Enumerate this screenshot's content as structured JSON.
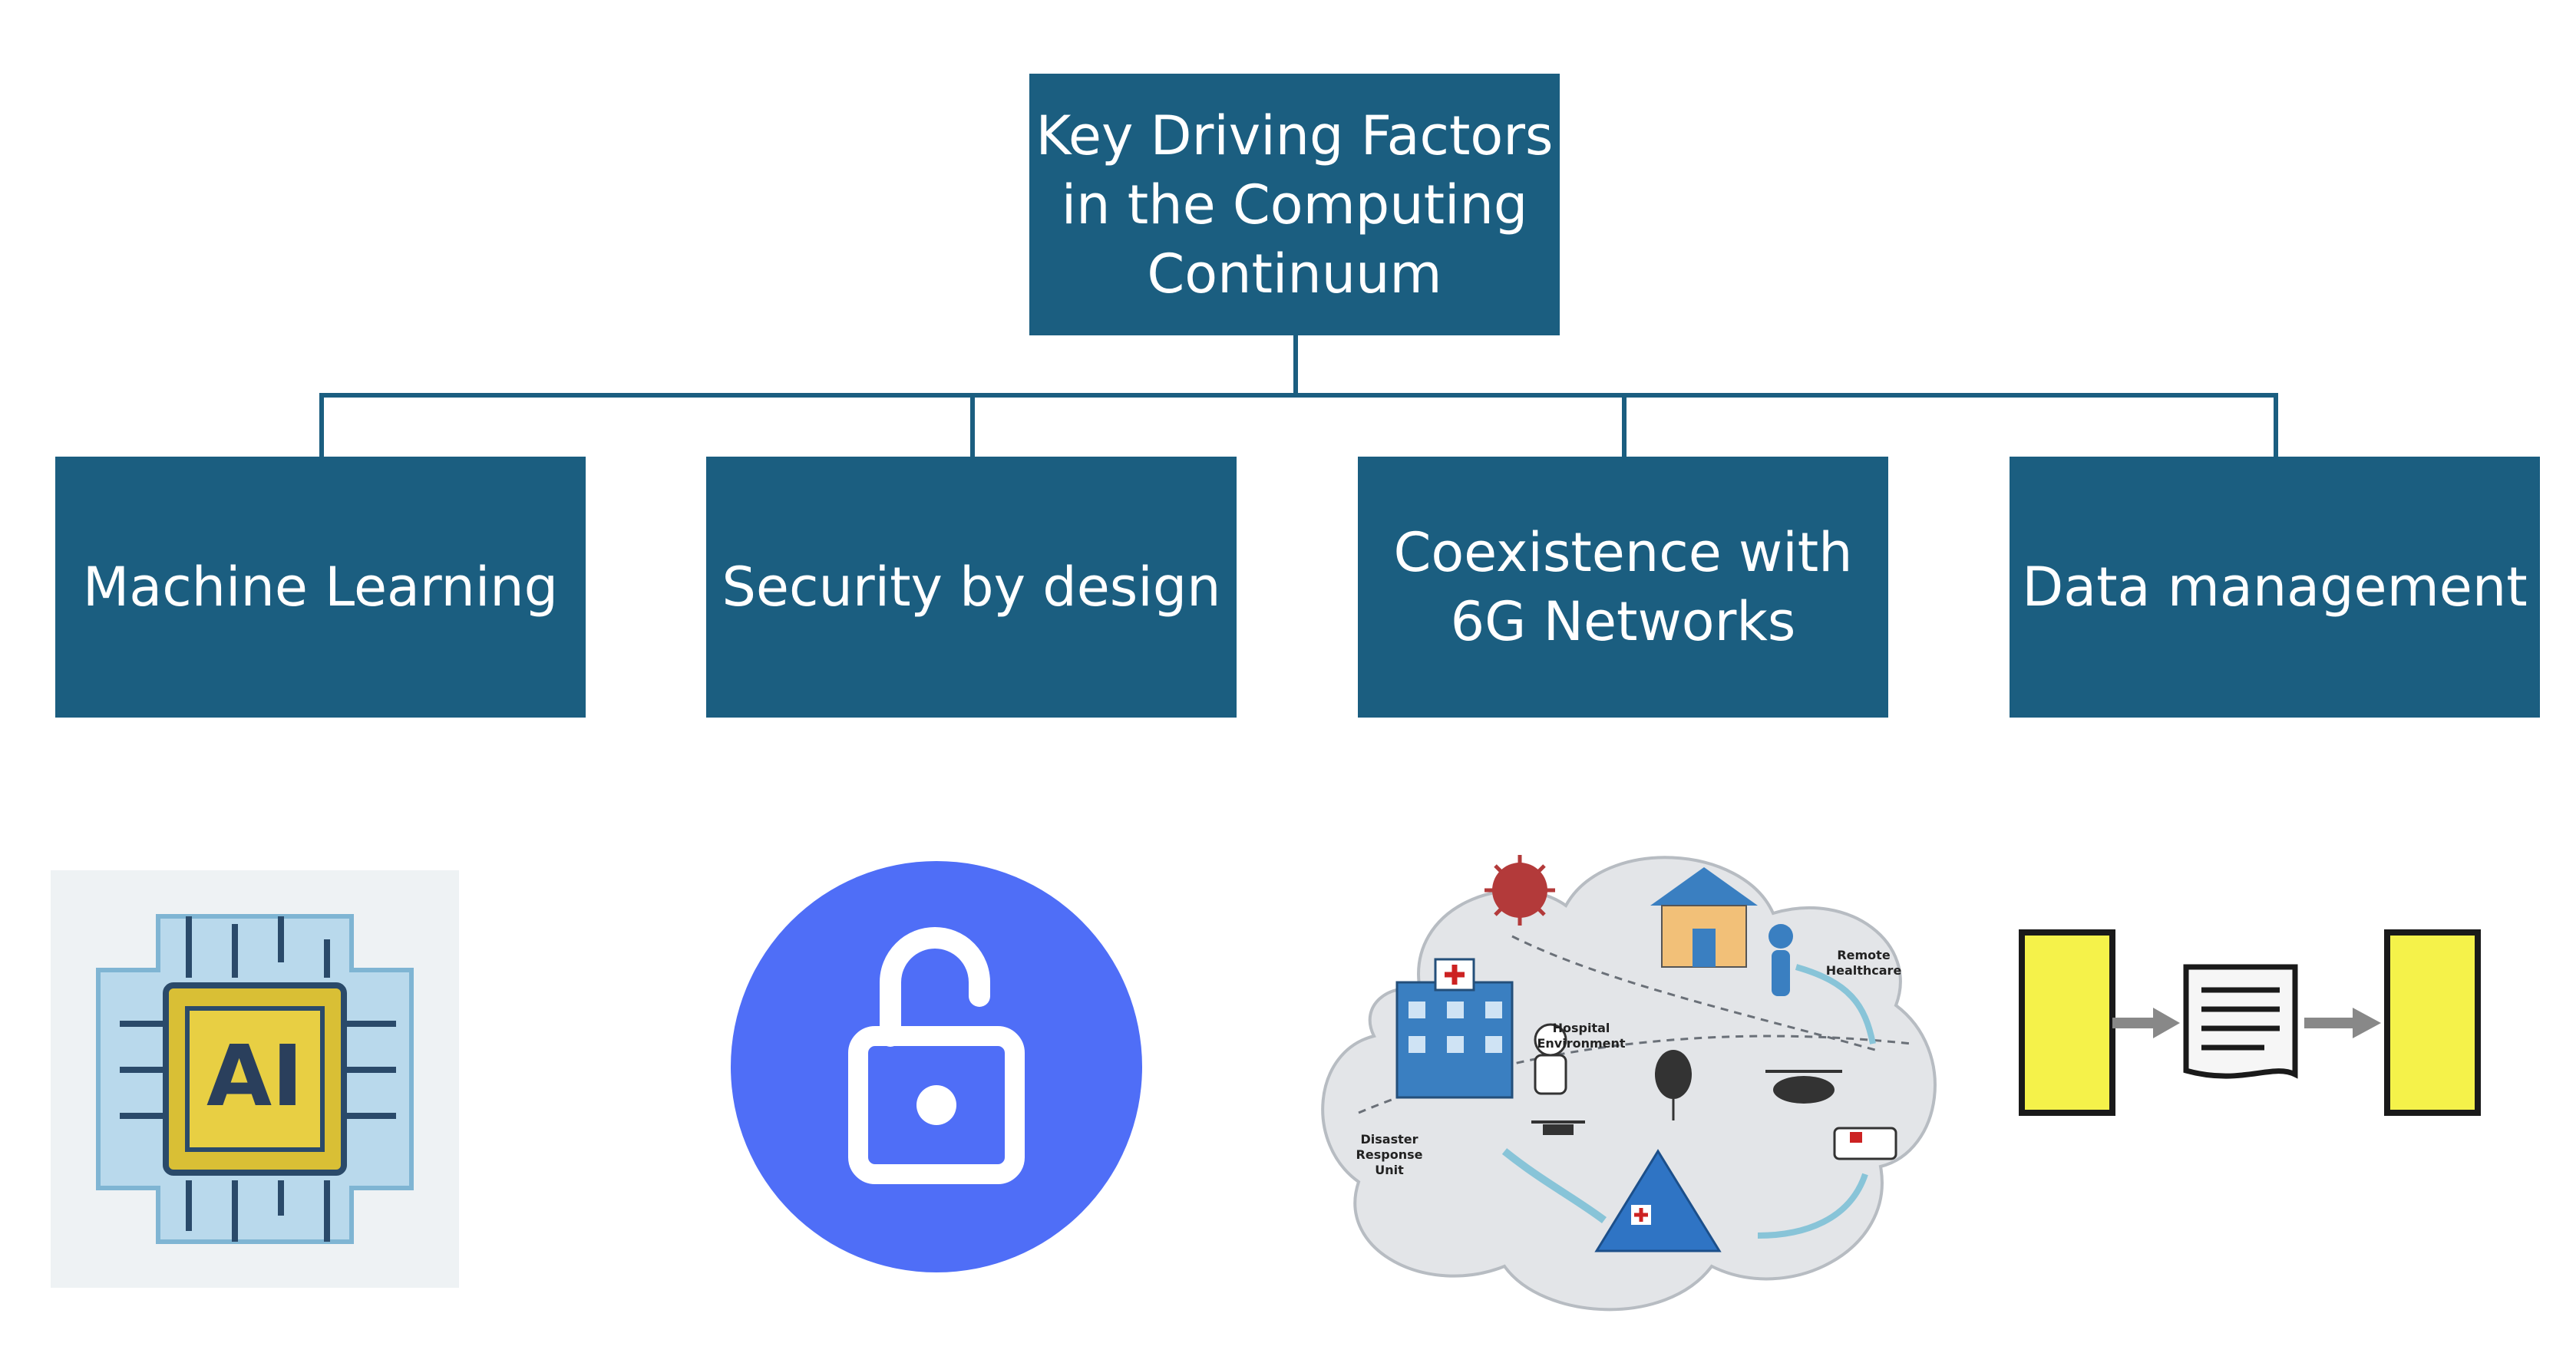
{
  "root": {
    "label": "Key Driving Factors\nin the Computing\nContinuum"
  },
  "factors": [
    {
      "label": "Machine Learning",
      "icon": "ai-chip-icon"
    },
    {
      "label": "Security by design",
      "icon": "unlocked-padlock-icon"
    },
    {
      "label": "Coexistence with\n6G Networks",
      "icon": "6g-healthcare-cloud-illustration"
    },
    {
      "label": "Data management",
      "icon": "data-flow-icon"
    }
  ],
  "illustration": {
    "remote_healthcare": "Remote\nHealthcare",
    "hospital_environment": "Hospital\nEnvironment",
    "disaster_response_unit": "Disaster\nResponse\nUnit"
  },
  "ai_chip": {
    "label": "AI"
  },
  "colors": {
    "box": "#1b5e80",
    "lock_bg": "#4f6ef7",
    "data_block": "#f5f24a"
  }
}
